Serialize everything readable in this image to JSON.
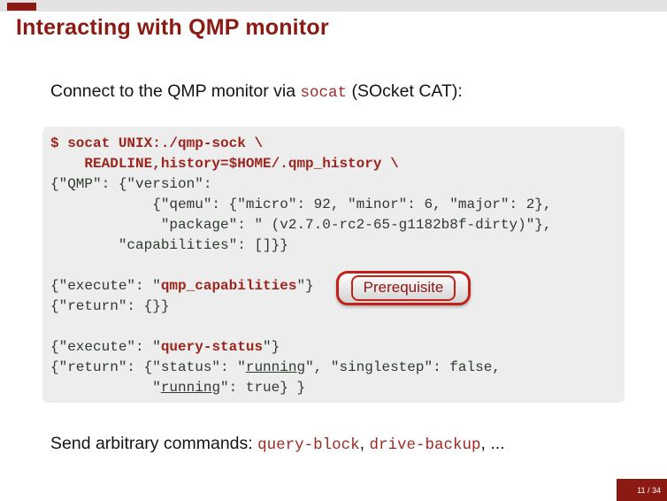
{
  "slide": {
    "title": "Interacting with QMP monitor",
    "page_number": "11 / 34",
    "colors": {
      "accent_red": "#8b1a12",
      "badge_border_red": "#c3201a",
      "code_background": "#ededed",
      "top_bar_gray": "#e3e3e3",
      "shell_red": "#9c241d",
      "output_green_black": "#2f3a2f"
    }
  },
  "intro": {
    "prefix": "Connect to the QMP monitor via ",
    "code_word": "socat",
    "suffix": " (SOcket CAT):"
  },
  "code_block": {
    "lines": [
      {
        "segments": [
          {
            "t": "$ socat UNIX:./qmp-sock \\",
            "s": "shell"
          }
        ]
      },
      {
        "segments": [
          {
            "t": "    READLINE,history=$HOME/.qmp_history \\",
            "s": "shell"
          }
        ]
      },
      {
        "segments": [
          {
            "t": "{\"QMP\": {\"version\":",
            "s": "out"
          }
        ]
      },
      {
        "segments": [
          {
            "t": "            {\"qemu\": {\"micro\": 92, \"minor\": 6, \"major\": 2},",
            "s": "out"
          }
        ]
      },
      {
        "segments": [
          {
            "t": "             \"package\": \" (v2.7.0-rc2-65-g1182b8f-dirty)\"},",
            "s": "out"
          }
        ]
      },
      {
        "segments": [
          {
            "t": "        \"capabilities\": []}}",
            "s": "out"
          }
        ]
      },
      {
        "segments": []
      },
      {
        "segments": [
          {
            "t": "{\"execute\": \"",
            "s": "out"
          },
          {
            "t": "qmp_capabilities",
            "s": "cmd"
          },
          {
            "t": "\"}",
            "s": "out"
          }
        ]
      },
      {
        "segments": [
          {
            "t": "{\"return\": {}}",
            "s": "out"
          }
        ]
      },
      {
        "segments": []
      },
      {
        "segments": [
          {
            "t": "{\"execute\": \"",
            "s": "out"
          },
          {
            "t": "query-status",
            "s": "cmd"
          },
          {
            "t": "\"}",
            "s": "out"
          }
        ]
      },
      {
        "segments": [
          {
            "t": "{\"return\": {\"status\": \"",
            "s": "out"
          },
          {
            "t": "running",
            "s": "em"
          },
          {
            "t": "\", \"singlestep\": false,",
            "s": "out"
          }
        ]
      },
      {
        "segments": [
          {
            "t": "            \"",
            "s": "out"
          },
          {
            "t": "running",
            "s": "em"
          },
          {
            "t": "\": true} }",
            "s": "out"
          }
        ]
      }
    ]
  },
  "badge": {
    "label": "Prerequisite"
  },
  "outro": {
    "prefix": "Send arbitrary commands: ",
    "code_word_1": "query-block",
    "separator": ", ",
    "code_word_2": "drive-backup",
    "suffix": ", ..."
  }
}
